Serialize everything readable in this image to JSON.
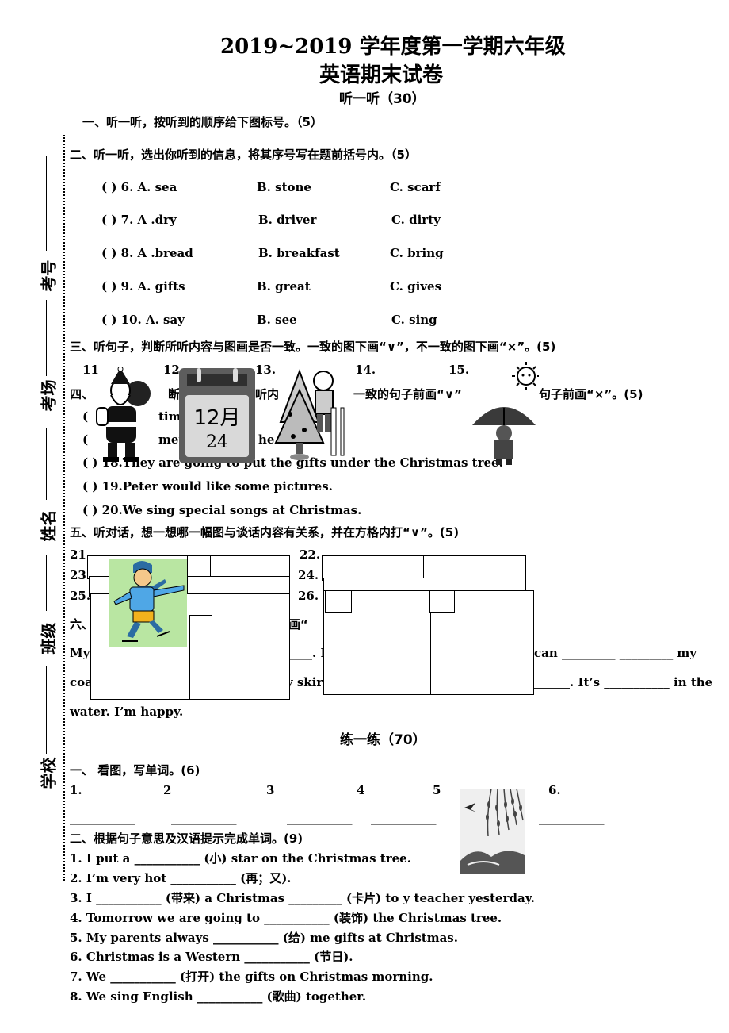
{
  "header": {
    "title_line1": "2019~2019 学年度第一学期六年级",
    "title_line2": "英语期末试卷",
    "listen_title": "听一听（30）",
    "practice_title": "练一练（70）"
  },
  "sidebar": {
    "labels": [
      "考号",
      "考场",
      "姓名",
      "班级",
      "学校"
    ]
  },
  "sec1": {
    "heading": "一、听一听，按听到的顺序给下图标号。（5）"
  },
  "sec2": {
    "heading": "二、听一听，选出你听到的信息，将其序号写在题前括号内。（5）",
    "rows": [
      {
        "q": "(    ) 6. A. sea",
        "b": "B. stone",
        "c": "C. scarf"
      },
      {
        "q": "(    ) 7. A .dry",
        "b": "B. driver",
        "c": "C. dirty"
      },
      {
        "q": "(    ) 8. A .bread",
        "b": "B. breakfast",
        "c": "C. bring"
      },
      {
        "q": "(    ) 9. A. gifts",
        "b": "B. great",
        "c": "C. gives"
      },
      {
        "q": "(    ) 10. A. say",
        "b": "B. see",
        "c": "C. sing"
      }
    ]
  },
  "sec3": {
    "heading": "三、听句子，判断所听内容与图画是否一致。一致的图下画“∨”，不一致的图下画“×”。(5)",
    "numbers": [
      "11",
      "12.",
      "13.",
      "14.",
      "15."
    ],
    "calendar_month": "12月",
    "calendar_day": "24"
  },
  "sec4": {
    "heading_a": "四、",
    "heading_b": "断",
    "heading_c": "听内",
    "heading_d": "一致的句子前画“∨”",
    "heading_e": "句子前画“×”。(5)",
    "frag1": "(",
    "frag1b": "tim",
    "frag2": "(",
    "frag2b": "met",
    "frag2c": "he",
    "q18": "(     ) 18.They are going to put the gifts under the Christmas tree.",
    "q19": "(     ) 19.Peter would like some pictures.",
    "q20": "(     ) 20.We sing special songs at Christmas."
  },
  "sec5": {
    "heading": "五、听对话，想一想哪一幅图与谈话内容有关系，并在方格内打“∨”。(5)",
    "n21": "21.",
    "n22": "22.",
    "n23": "23.",
    "n24": "24.",
    "n25": "25.",
    "n26": "26."
  },
  "sec6": {
    "frag_a": "六、",
    "frag_b": "画“",
    "line1_a": "My",
    "line1_b": "____. D",
    "line1_c": "can _________ _________ my",
    "line2_a": "coa",
    "line2_b": "ny skir",
    "line2_c": "______. It’s ___________ in the",
    "line3": "water. I’m happy."
  },
  "part2_sec1": {
    "heading": "一、  看图，写单词。(6)",
    "nums": [
      "1.",
      "2",
      "3",
      "4",
      "5",
      "6."
    ],
    "blank": "___________"
  },
  "part2_sec2": {
    "heading": "二、根据句子意思及汉语提示完成单词。(9)",
    "items": [
      "1. I put a ___________ (小) star on the Christmas tree.",
      "2. I’m very hot ___________ (再；又).",
      "3. I ___________ (带来) a Christmas _________ (卡片) to y teacher yesterday.",
      "4. Tomorrow we are going to ___________ (装饰) the Christmas tree.",
      "5. My parents always ___________ (给) me gifts at Christmas.",
      "6. Christmas is a Western ___________ (节日).",
      "7. We ___________ (打开) the gifts on Christmas morning.",
      "8. We sing English ___________ (歌曲) together."
    ]
  }
}
